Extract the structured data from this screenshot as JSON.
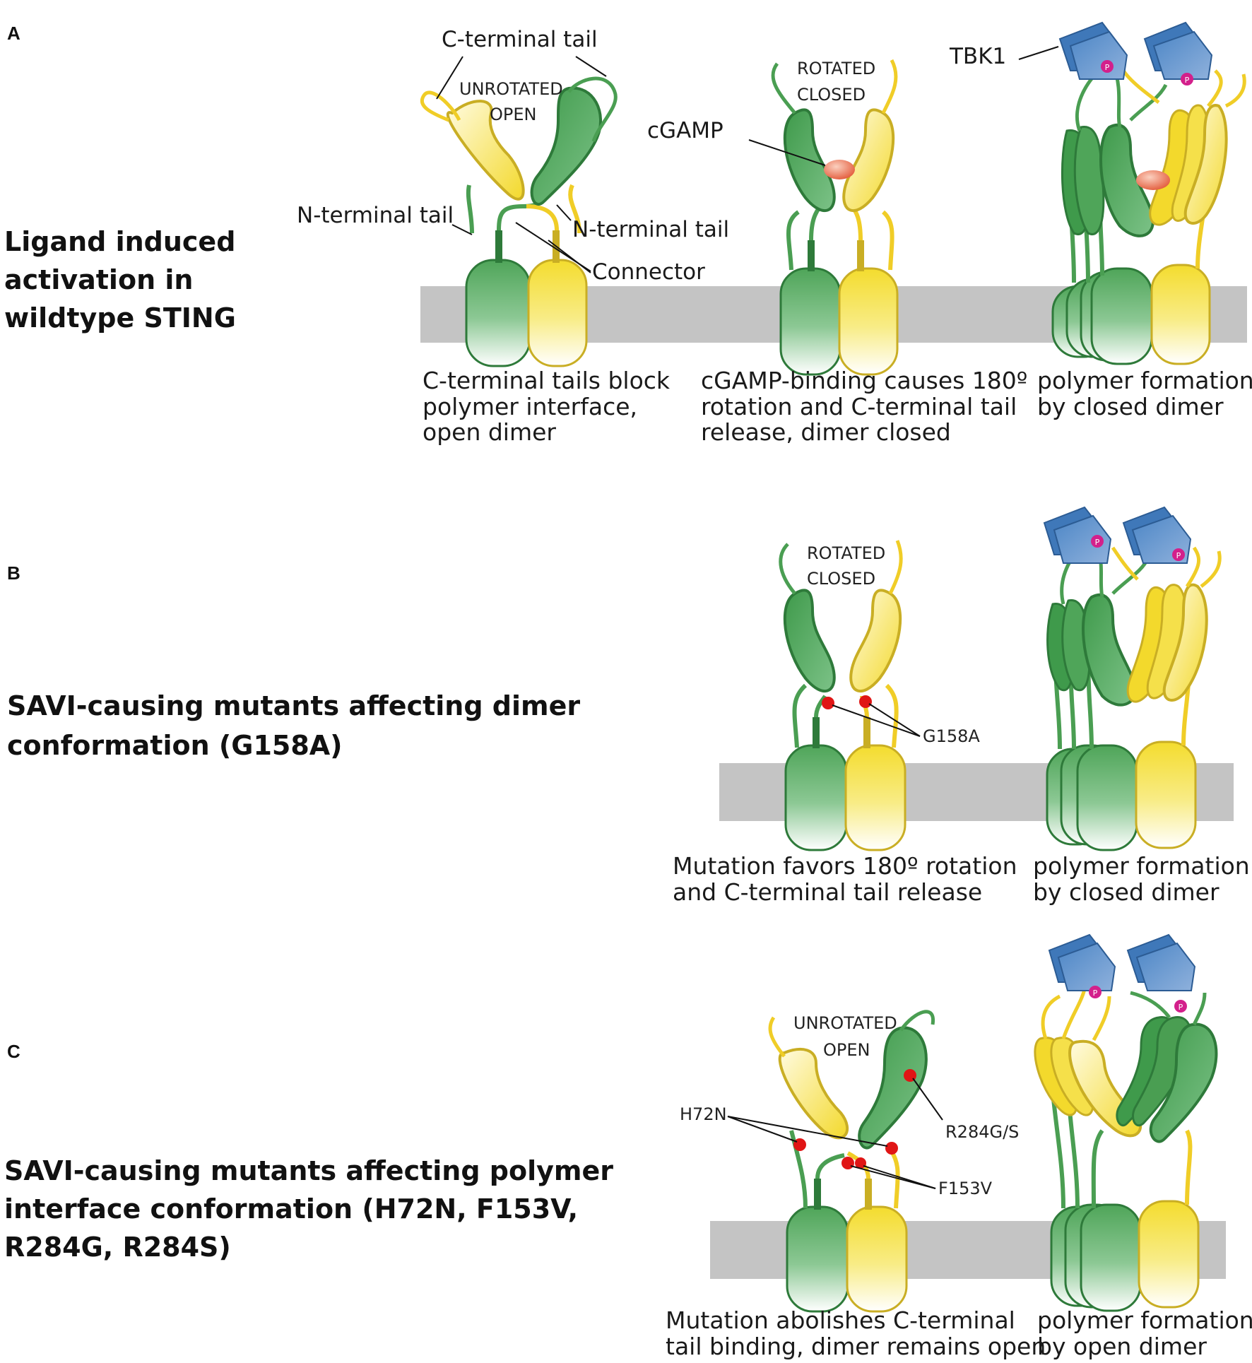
{
  "colors": {
    "green": "#4a9e52",
    "green_dark": "#2e7a3a",
    "yellow": "#f5e04a",
    "yellow_dark": "#c9ae24",
    "membrane": "#c4c4c4",
    "tbk1": "#5b8fc7",
    "phospho": "#d3208b",
    "ligand": "#ee7a5a",
    "mutation": "#e01515"
  },
  "panels": [
    {
      "letter": "A",
      "heading": [
        "Ligand induced",
        "activation in",
        "wildtype STING"
      ],
      "labels": {
        "c_tail": "C-terminal tail",
        "n_tail_left": "N-terminal tail",
        "n_tail_right": "N-terminal tail",
        "connector": "Connector",
        "cgamp": "cGAMP",
        "tbk1": "TBK1",
        "state1": [
          "UNROTATED",
          "OPEN"
        ],
        "state2": [
          "ROTATED",
          "CLOSED"
        ]
      },
      "captions": [
        [
          "C-terminal tails block",
          "polymer interface,",
          "open dimer"
        ],
        [
          "cGAMP-binding causes 180º",
          "rotation and C-terminal tail",
          "release, dimer closed"
        ],
        [
          "polymer formation",
          "by closed dimer"
        ]
      ]
    },
    {
      "letter": "B",
      "heading": [
        "SAVI-causing mutants affecting dimer",
        "conformation (G158A)"
      ],
      "labels": {
        "state": [
          "ROTATED",
          "CLOSED"
        ],
        "mutation": "G158A"
      },
      "captions": [
        [
          "Mutation favors 180º rotation",
          "and C-terminal tail release"
        ],
        [
          "polymer formation",
          "by closed dimer"
        ]
      ]
    },
    {
      "letter": "C",
      "heading": [
        "SAVI-causing mutants affecting polymer",
        "interface conformation (H72N, F153V,",
        "R284G, R284S)"
      ],
      "labels": {
        "state": [
          "UNROTATED",
          "OPEN"
        ],
        "mut_h72n": "H72N",
        "mut_f153v": "F153V",
        "mut_r284": "R284G/S"
      },
      "captions": [
        [
          "Mutation abolishes C-terminal",
          "tail binding, dimer remains open"
        ],
        [
          "polymer formation",
          "by open dimer"
        ]
      ]
    }
  ],
  "phospho_label": "P"
}
